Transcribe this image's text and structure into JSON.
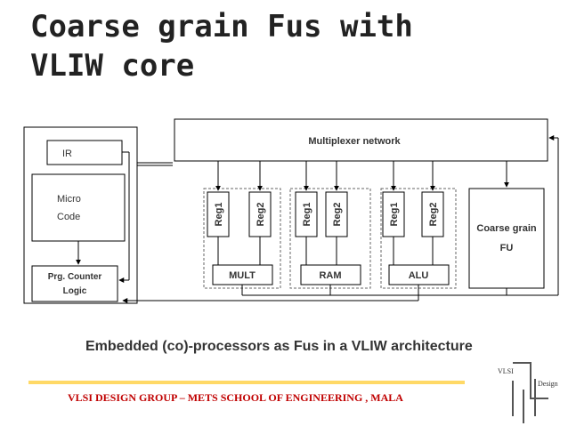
{
  "slide": {
    "title_line1": "Coarse grain Fus with",
    "title_line2": "VLIW core",
    "caption": "Embedded (co)-processors as Fus in a VLIW architecture",
    "footer": "VLSI DESIGN GROUP – METS SCHOOL OF ENGINEERING , MALA",
    "accent_color": "#ffd966",
    "footer_color": "#c00000"
  },
  "diagram": {
    "ir": "IR",
    "micro": "Micro",
    "code": "Code",
    "prg_counter": "Prg. Counter",
    "logic": "Logic",
    "mux": "Multiplexer network",
    "coarse": "Coarse grain",
    "fu": "FU",
    "units": [
      {
        "reg1": "Reg1",
        "reg2": "Reg2",
        "name": "MULT"
      },
      {
        "reg1": "Reg1",
        "reg2": "Reg2",
        "name": "RAM"
      },
      {
        "reg1": "Reg1",
        "reg2": "Reg2",
        "name": "ALU"
      }
    ]
  },
  "logo": {
    "line1": "VLSI",
    "line2": "Design"
  }
}
